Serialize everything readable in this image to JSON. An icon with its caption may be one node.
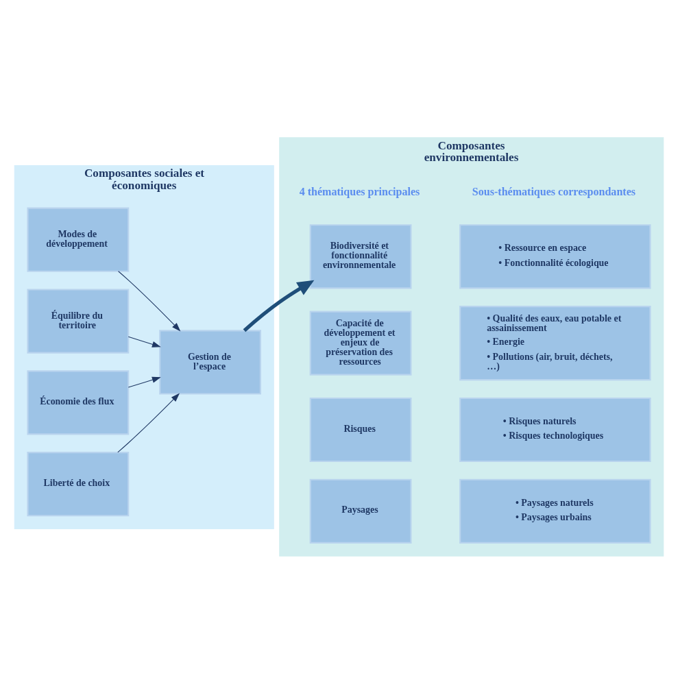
{
  "diagram": {
    "nodes": [
      {
        "text": [
          "Composantes sociales et économiques"
        ]
      },
      {
        "text": [
          "Modes de développement"
        ],
        "in": 0
      },
      {
        "text": [
          "Gestion de l’espace"
        ],
        "in": 0
      },
      {
        "text": [
          "Équilibre du territoire"
        ],
        "in": 0
      },
      {
        "text": [
          "Économie des flux"
        ],
        "in": 0
      },
      {
        "text": [
          "Liberté de choix"
        ],
        "in": 0
      },
      {
        "text": [
          "Composantes environnementales"
        ]
      },
      {
        "text": [
          "Biodiversité et fonctionnalité environnementale"
        ],
        "in": 6
      },
      {
        "text": [
          "• Ressource en espace",
          "• Fonctionnalité écologique"
        ],
        "in": 6
      },
      {
        "text": [
          "Capacité de développement et enjeux de préservation des ressources"
        ],
        "in": 6
      },
      {
        "text": [
          "• Qualité des eaux, eau potable et assainissement",
          "• Energie",
          "• Pollutions (air, bruit, déchets, …)"
        ],
        "in": 6
      },
      {
        "text": [
          "Risques"
        ],
        "in": 6
      },
      {
        "text": [
          "• Risques naturels",
          "• Risques technologiques"
        ],
        "in": 6
      },
      {
        "text": [
          "Paysages"
        ],
        "in": 6
      },
      {
        "text": [
          "• Paysages naturels",
          "• Paysages urbains"
        ],
        "in": 6
      }
    ],
    "edges": [
      {
        "from": 1,
        "to": 2,
        "arrow": "to"
      },
      {
        "from": 3,
        "to": 2,
        "arrow": "to"
      },
      {
        "from": 4,
        "to": 2,
        "arrow": "to"
      },
      {
        "from": 5,
        "to": 2,
        "arrow": "to"
      },
      {
        "from": 2,
        "to": 7,
        "arrow": "to",
        "style": "thick"
      }
    ],
    "labels": [
      "4 thématiques principales",
      "Sous-thématiques correspondantes"
    ]
  }
}
